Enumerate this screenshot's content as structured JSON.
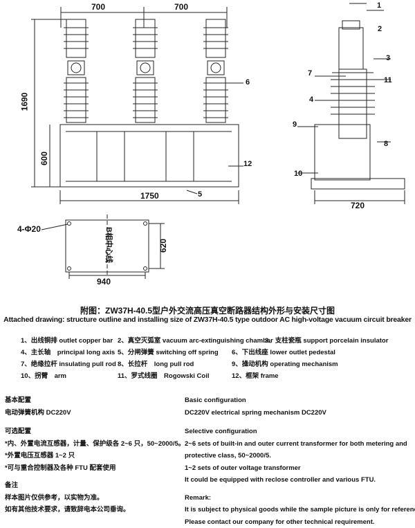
{
  "drawing": {
    "front_view": {
      "dim_top_left": "700",
      "dim_top_right": "700",
      "dim_height": "1690",
      "dim_frame_height": "600",
      "dim_width": "1750",
      "callout_5": "5",
      "callout_6": "6",
      "callout_12": "12"
    },
    "side_view": {
      "callouts": [
        "1",
        "2",
        "3",
        "4",
        "7",
        "11",
        "8",
        "9",
        "10"
      ],
      "dim_width": "720"
    },
    "plan_view": {
      "holes": "4-Φ20",
      "center_line": "B相中心线",
      "dim_depth": "620",
      "dim_width": "940"
    }
  },
  "caption": {
    "title_cn": "附图：ZW37H-40.5型户外交流高压真空断路器结构外形与安装尺寸图",
    "title_en": "Attached drawing: structure outline and installing size of ZW37H-40.5 type outdoor AC high-voltage vacuum circuit breaker"
  },
  "legend": [
    "1、出线铜排 outlet copper bar",
    "2、真空灭弧室 vacuum arc-extinguishing chamber",
    "3、支柱瓷瓶 support porcelain insulator",
    "4、主长轴　principal long axis",
    "5、分闸弹簧 switching off spring",
    "6、下出线座 lower outlet pedestal",
    "7、绝缘拉杆 insulating pull rod",
    "8、长拉杆　long pull rod",
    "9、操动机构 operating mechanism",
    "10、拐臂　arm",
    "11、罗式线圈　Rogowski Coil",
    "12、框架 frame"
  ],
  "config_cn": {
    "basic_title": "基本配置",
    "basic_1": "电动弹簧机构 DC220V",
    "optional_title": "可选配置",
    "optional_1": "*内、外置电流互感器，计量、保护级各 2~6 只，50~2000/5。",
    "optional_2": "*外置电压互感器 1~2 只",
    "optional_3": "*可与重合控制器及各种 FTU 配套使用",
    "remark_title": "备注",
    "remark_1": "样本图片仅供参考，以实物为准。",
    "remark_2": "如有其他技术要求，请致辞电本公司垂询。"
  },
  "config_en": {
    "basic_title": "Basic configuration",
    "basic_1": "DC220V   electrical spring mechanism DC220V",
    "optional_title": "Selective configuration",
    "optional_1": "2~6 sets of built-in and outer current transformer for both metering and",
    "optional_2": "protective class, 50~2000/5.",
    "optional_3": "1~2 sets of outer voltage transformer",
    "optional_4": "It could be equipped with reclose controller and various FTU.",
    "remark_title": "Remark:",
    "remark_1": "It is subject to physical goods while the sample picture is only for reference,",
    "remark_2": "Please contact our company for other technical requirement."
  }
}
